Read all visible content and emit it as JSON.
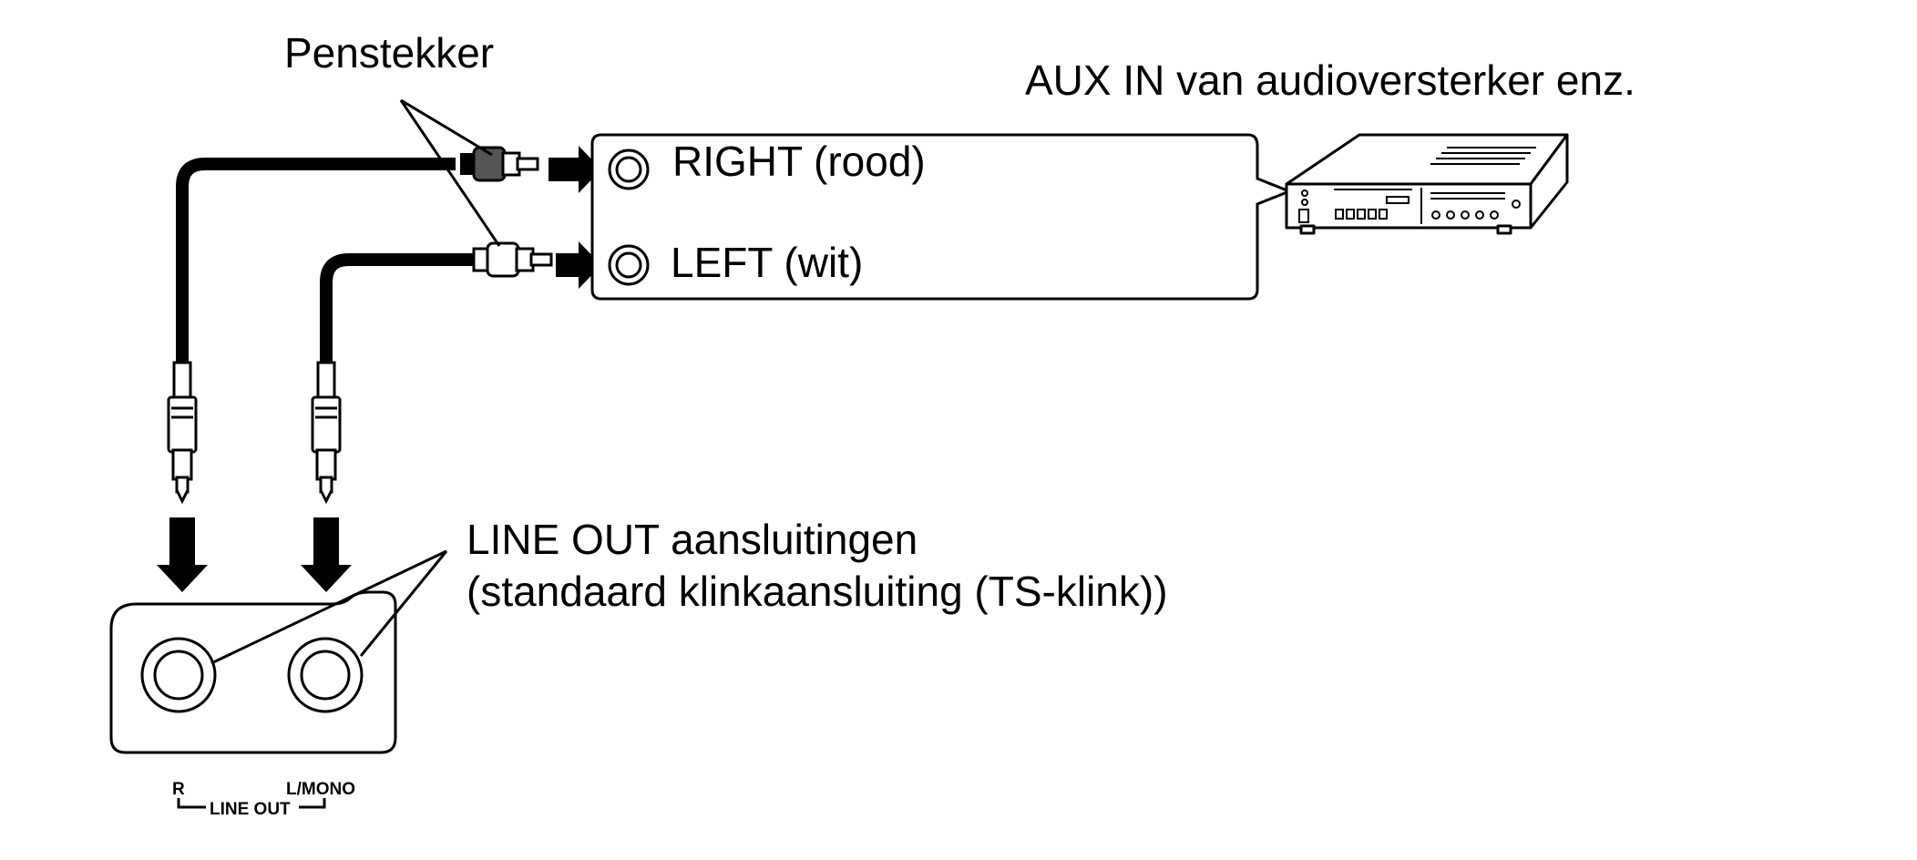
{
  "labels": {
    "pin_plug": "Penstekker",
    "aux_in": "AUX IN van audioversterker enz.",
    "right": "RIGHT (rood)",
    "left": "LEFT (wit)",
    "line_out_line1": "LINE OUT aansluitingen",
    "line_out_line2": "(standaard klinkaansluiting (TS-klink))",
    "jack_r": "R",
    "jack_l": "L/MONO",
    "panel_caption": "LINE OUT"
  },
  "colors": {
    "ink": "#000000",
    "red_plug": "#555555",
    "white_plug": "#ffffff"
  }
}
